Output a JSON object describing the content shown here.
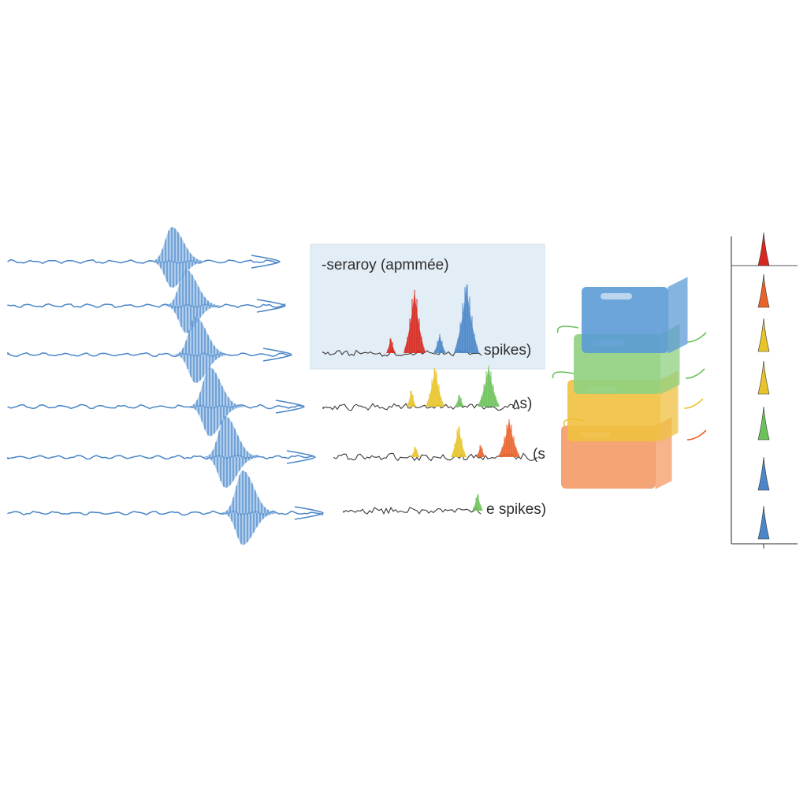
{
  "labels": {
    "panel_title": "-seraroy (apmmée)",
    "row1": "spikes)",
    "row2": "ʌs)",
    "row3": "(s",
    "row4": "e spikes)"
  },
  "colors": {
    "blue": "#4a86c8",
    "blue_fill": "#8fb8e3",
    "red": "#d8281e",
    "orange": "#e8622a",
    "yellow": "#e8c42a",
    "green": "#6cc25a",
    "panel": "#e3edf5",
    "trace": "#3a3a3a",
    "block_blue": "#5b9bd5",
    "block_green": "#8fd07e",
    "block_yellow": "#f0c040",
    "block_orange": "#f49a66"
  },
  "icons": [
    "arrow-right-icon",
    "spike-icon",
    "cube-block-icon"
  ]
}
